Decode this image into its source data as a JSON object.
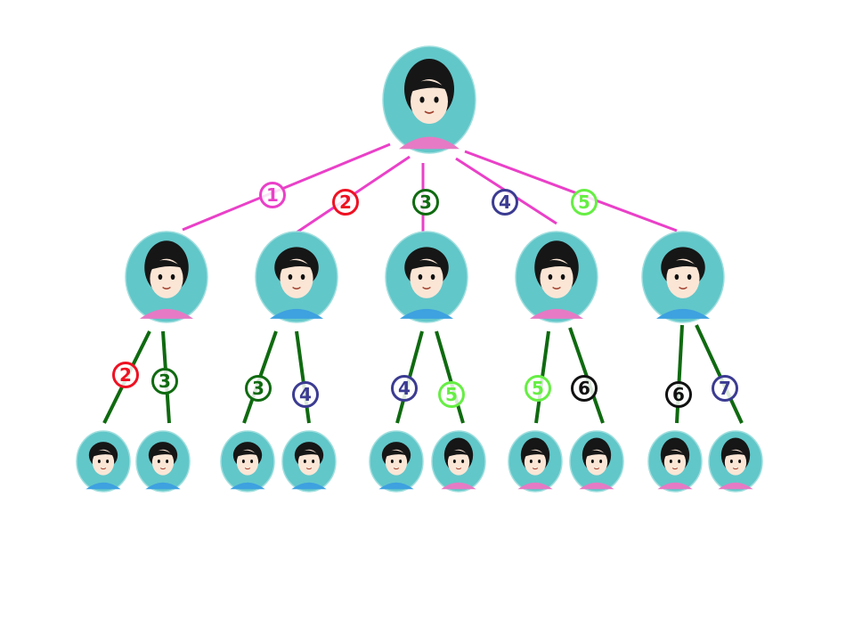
{
  "colors": {
    "face_bg": "#62c7c9",
    "pink": "#ea40c8",
    "red": "#ee1122",
    "green": "#0f6a10",
    "blue": "#3b3b92",
    "light_green": "#66ee44",
    "black": "#111111"
  },
  "tree": {
    "root": {
      "name": "root-avatar",
      "icon": "girl-avatar"
    },
    "level1": [
      {
        "name": "child-1",
        "icon": "girl-avatar",
        "badge": "1",
        "color": "pink"
      },
      {
        "name": "child-2",
        "icon": "boy-avatar",
        "badge": "2",
        "color": "red"
      },
      {
        "name": "child-3",
        "icon": "boy-avatar",
        "badge": "3",
        "color": "green"
      },
      {
        "name": "child-4",
        "icon": "girl-avatar",
        "badge": "4",
        "color": "blue"
      },
      {
        "name": "child-5",
        "icon": "boy-avatar",
        "badge": "5",
        "color": "light_green"
      }
    ],
    "level2_edges": [
      {
        "parent": 0,
        "badge": "2",
        "color": "red"
      },
      {
        "parent": 0,
        "badge": "3",
        "color": "green"
      },
      {
        "parent": 1,
        "badge": "3",
        "color": "green"
      },
      {
        "parent": 1,
        "badge": "4",
        "color": "blue"
      },
      {
        "parent": 2,
        "badge": "4",
        "color": "blue"
      },
      {
        "parent": 2,
        "badge": "5",
        "color": "light_green"
      },
      {
        "parent": 3,
        "badge": "5",
        "color": "light_green"
      },
      {
        "parent": 3,
        "badge": "6",
        "color": "black"
      },
      {
        "parent": 4,
        "badge": "6",
        "color": "black"
      },
      {
        "parent": 4,
        "badge": "7",
        "color": "blue"
      }
    ],
    "level2": [
      {
        "icon": "boy-avatar"
      },
      {
        "icon": "boy-avatar"
      },
      {
        "icon": "boy-avatar"
      },
      {
        "icon": "boy-avatar"
      },
      {
        "icon": "boy-avatar"
      },
      {
        "icon": "girl-avatar"
      },
      {
        "icon": "girl-avatar"
      },
      {
        "icon": "girl-avatar"
      },
      {
        "icon": "girl-avatar"
      },
      {
        "icon": "girl-avatar"
      }
    ]
  }
}
